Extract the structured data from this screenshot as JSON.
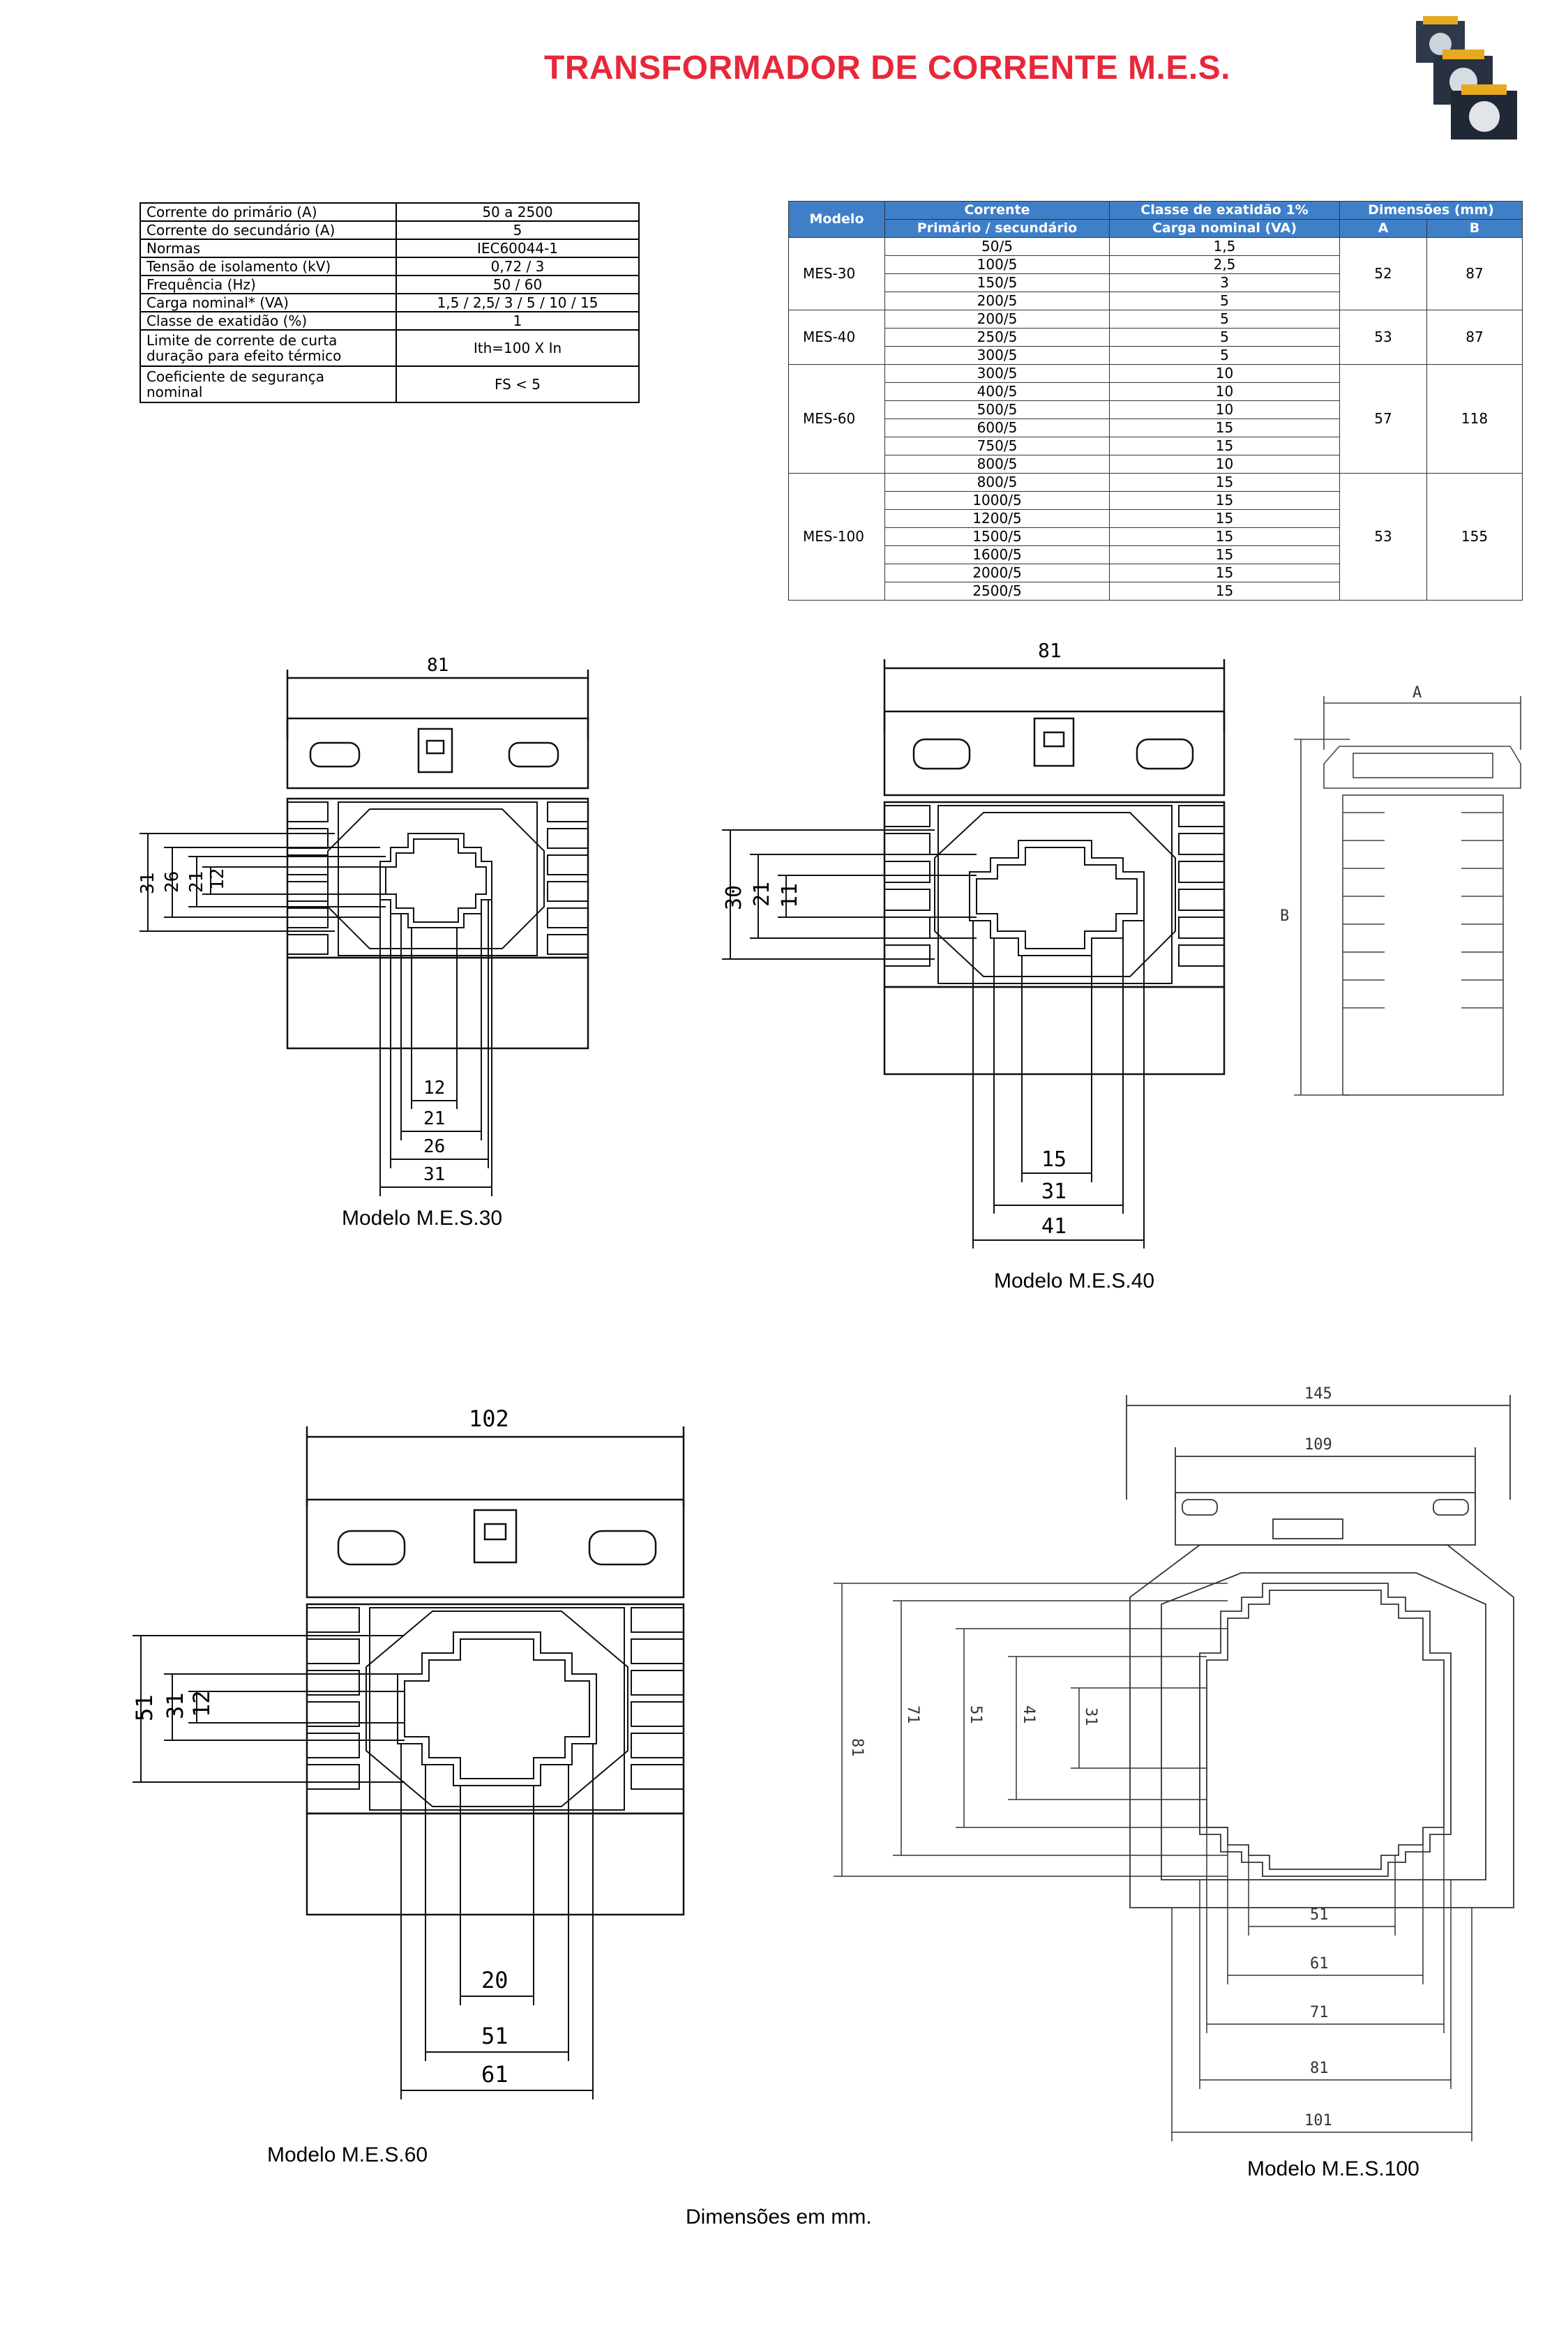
{
  "title": "TRANSFORMADOR DE CORRENTE M.E.S.",
  "specs": [
    {
      "k": "Corrente do primário (A)",
      "v": "50 a 2500"
    },
    {
      "k": "Corrente do secundário (A)",
      "v": "5"
    },
    {
      "k": "Normas",
      "v": "IEC60044-1"
    },
    {
      "k": "Tensão de isolamento (kV)",
      "v": "0,72 / 3"
    },
    {
      "k": "Frequência (Hz)",
      "v": "50 / 60"
    },
    {
      "k": "Carga nominal* (VA)",
      "v": "1,5 / 2,5/ 3 / 5 / 10 / 15"
    },
    {
      "k": "Classe de exatidão (%)",
      "v": "1"
    },
    {
      "k1": "Limite de corrente de curta",
      "k2": "duração para efeito térmico",
      "v": "Ith=100 X In"
    },
    {
      "k1": "Coeficiente de segurança",
      "k2": "nominal",
      "v": "FS < 5"
    }
  ],
  "models_table": {
    "h_modelo": "Modelo",
    "h_corrente": "Corrente",
    "h_corrente_sub": "Primário / secundário",
    "h_classe": "Classe de exatidão 1%",
    "h_classe_sub": "Carga nominal (VA)",
    "h_dim": "Dimensões (mm)",
    "h_a": "A",
    "h_b": "B",
    "groups": [
      {
        "model": "MES-30",
        "a": "52",
        "b": "87",
        "rows": [
          [
            "50/5",
            "1,5"
          ],
          [
            "100/5",
            "2,5"
          ],
          [
            "150/5",
            "3"
          ],
          [
            "200/5",
            "5"
          ]
        ]
      },
      {
        "model": "MES-40",
        "a": "53",
        "b": "87",
        "rows": [
          [
            "200/5",
            "5"
          ],
          [
            "250/5",
            "5"
          ],
          [
            "300/5",
            "5"
          ]
        ]
      },
      {
        "model": "MES-60",
        "a": "57",
        "b": "118",
        "rows": [
          [
            "300/5",
            "10"
          ],
          [
            "400/5",
            "10"
          ],
          [
            "500/5",
            "10"
          ],
          [
            "600/5",
            "15"
          ],
          [
            "750/5",
            "15"
          ],
          [
            "800/5",
            "10"
          ]
        ]
      },
      {
        "model": "MES-100",
        "a": "53",
        "b": "155",
        "rows": [
          [
            "800/5",
            "15"
          ],
          [
            "1000/5",
            "15"
          ],
          [
            "1200/5",
            "15"
          ],
          [
            "1500/5",
            "15"
          ],
          [
            "1600/5",
            "15"
          ],
          [
            "2000/5",
            "15"
          ],
          [
            "2500/5",
            "15"
          ]
        ]
      }
    ]
  },
  "drawings": {
    "mes30": {
      "caption": "Modelo M.E.S.30",
      "w": "81",
      "v31": "31",
      "v26": "26",
      "v21": "21",
      "v12": "12",
      "h12": "12",
      "h21": "21",
      "h26": "26",
      "h31": "31"
    },
    "mes40": {
      "caption": "Modelo M.E.S.40",
      "w": "81",
      "v30": "30",
      "v21": "21",
      "v11": "11",
      "h15": "15",
      "h31": "31",
      "h41": "41"
    },
    "side": {
      "a": "A",
      "b": "B"
    },
    "mes60": {
      "caption": "Modelo M.E.S.60",
      "w": "102",
      "v51": "51",
      "v31": "31",
      "v12": "12",
      "h20": "20",
      "h51": "51",
      "h61": "61"
    },
    "mes100": {
      "caption": "Modelo M.E.S.100",
      "w145": "145",
      "w109": "109",
      "v81": "81",
      "v71": "71",
      "v51": "51",
      "v41": "41",
      "v31": "31",
      "h51": "51",
      "h61": "61",
      "h71": "71",
      "h81": "81",
      "h101": "101"
    }
  },
  "footer": "Dimensões em mm."
}
